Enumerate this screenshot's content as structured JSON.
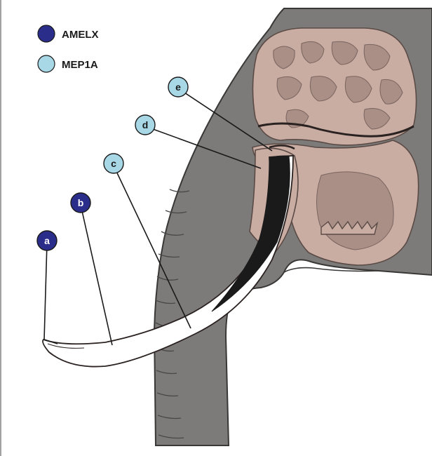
{
  "legend": [
    {
      "label": "AMELX",
      "color": "#2b2d8a"
    },
    {
      "label": "MEP1A",
      "color": "#a8d8e6"
    }
  ],
  "callouts": [
    {
      "letter": "a",
      "marker": "AMELX"
    },
    {
      "letter": "b",
      "marker": "AMELX"
    },
    {
      "letter": "c",
      "marker": "MEP1A"
    },
    {
      "letter": "d",
      "marker": "MEP1A"
    },
    {
      "letter": "e",
      "marker": "MEP1A"
    }
  ],
  "colors": {
    "skin": "#7d7b79",
    "skin_dark": "#3a3837",
    "bone": "#c9aca2",
    "bone_dark": "#a98f86",
    "tusk": "#ffffff",
    "pulp": "#1a1a1a"
  }
}
